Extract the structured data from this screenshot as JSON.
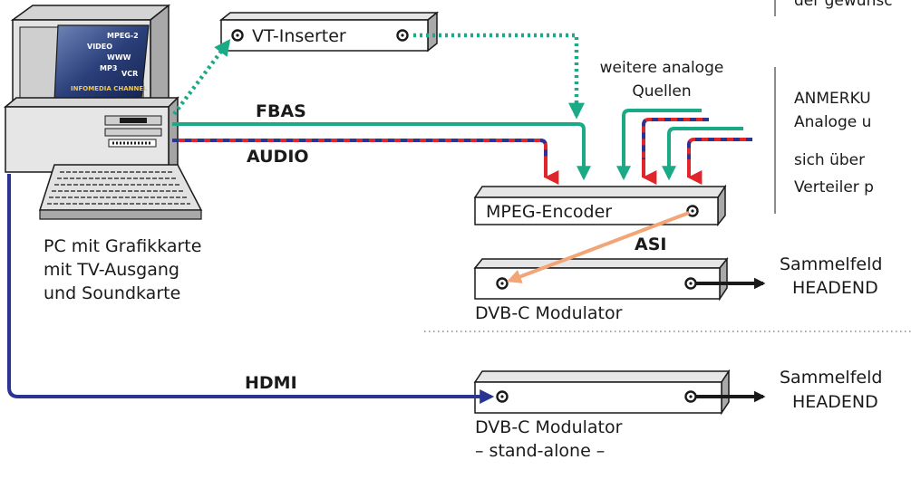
{
  "devices": {
    "vt_inserter": "VT-Inserter",
    "mpeg_encoder": "MPEG-Encoder",
    "modulator_label": "DVB-C Modulator",
    "standalone_label": "– stand-alone –"
  },
  "pc": {
    "caption_line1": "PC mit Grafikkarte",
    "caption_line2": "mit TV-Ausgang",
    "caption_line3": "und Soundkarte",
    "screen_words": [
      "MPEG-2",
      "VIDEO",
      "WWW",
      "MP3",
      "VCR",
      "INFOMEDIA CHANNEL"
    ]
  },
  "signals": {
    "fbas": "FBAS",
    "audio": "AUDIO",
    "asi": "ASI",
    "hdmi": "HDMI"
  },
  "sources": {
    "line1": "weitere analoge",
    "line2": "Quellen"
  },
  "note": {
    "top_fragment": "der gewünsc",
    "line1": "ANMERKU",
    "line2": "Analoge u",
    "line3": "sich über",
    "line4": "Verteiler p"
  },
  "outputs": {
    "sammelfeld": "Sammelfeld",
    "headend": "HEADEND"
  },
  "colors": {
    "green": "#1aaa86",
    "red": "#e0262a",
    "blue": "#2a3592",
    "orange": "#f2a577",
    "black": "#1a1a1a"
  }
}
